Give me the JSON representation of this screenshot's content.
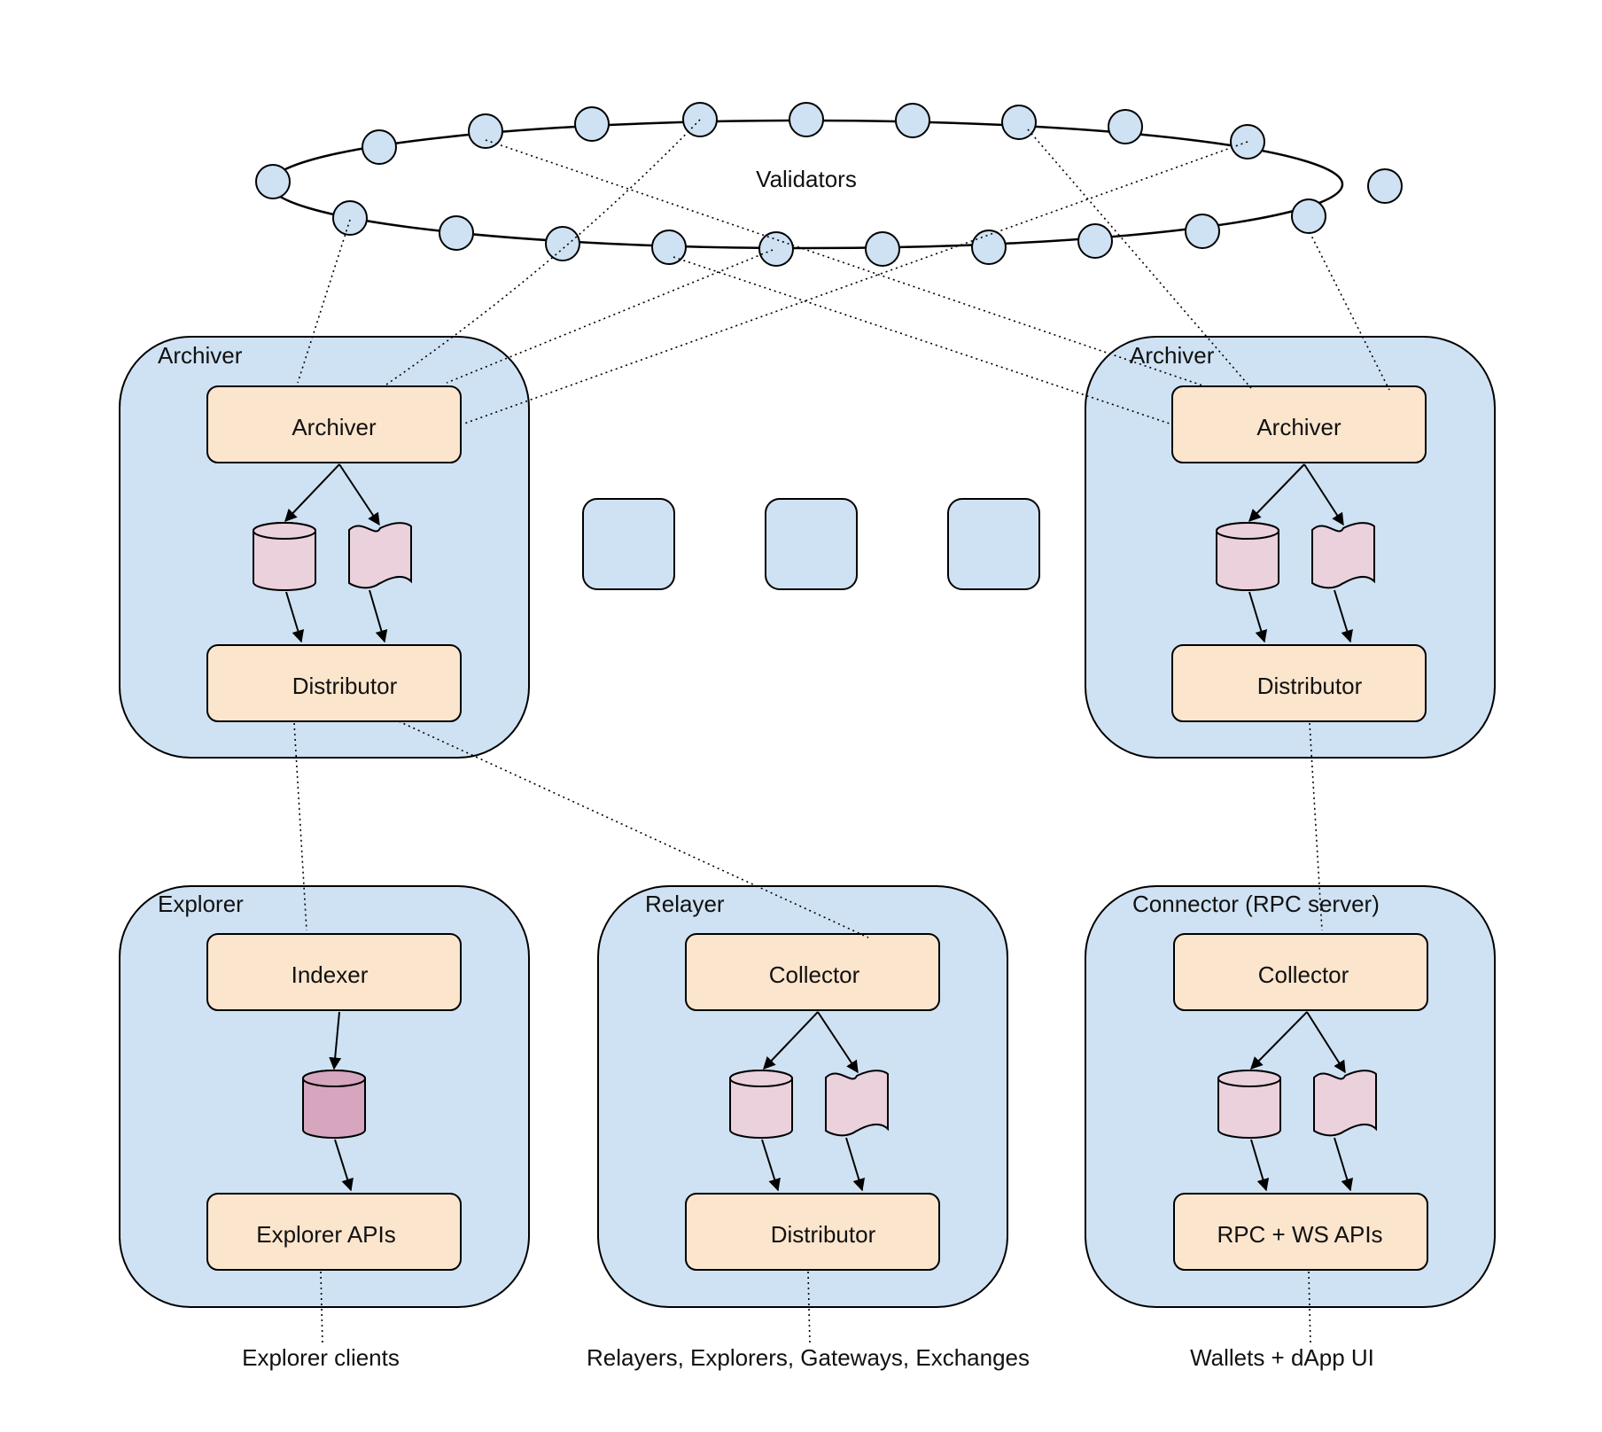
{
  "validators": {
    "label": "Validators"
  },
  "clusters": {
    "archiver_left": {
      "title": "Archiver",
      "top_node": "Archiver",
      "bottom_node": "Distributor"
    },
    "archiver_right": {
      "title": "Archiver",
      "top_node": "Archiver",
      "bottom_node": "Distributor"
    },
    "explorer": {
      "title": "Explorer",
      "top_node": "Indexer",
      "bottom_node": "Explorer APIs"
    },
    "relayer": {
      "title": "Relayer",
      "top_node": "Collector",
      "bottom_node": "Distributor"
    },
    "connector": {
      "title": "Connector (RPC server)",
      "top_node": "Collector",
      "bottom_node": "RPC + WS APIs"
    }
  },
  "captions": {
    "explorer": "Explorer clients",
    "relayer": "Relayers, Explorers, Gateways, Exchanges",
    "connector": "Wallets + dApp UI"
  },
  "colors": {
    "cluster_fill": "#cfe2f3",
    "node_fill": "#fce5cd",
    "store_fill": "#ead1dc",
    "store_dark_fill": "#d5a6bd",
    "stroke": "#000000"
  }
}
